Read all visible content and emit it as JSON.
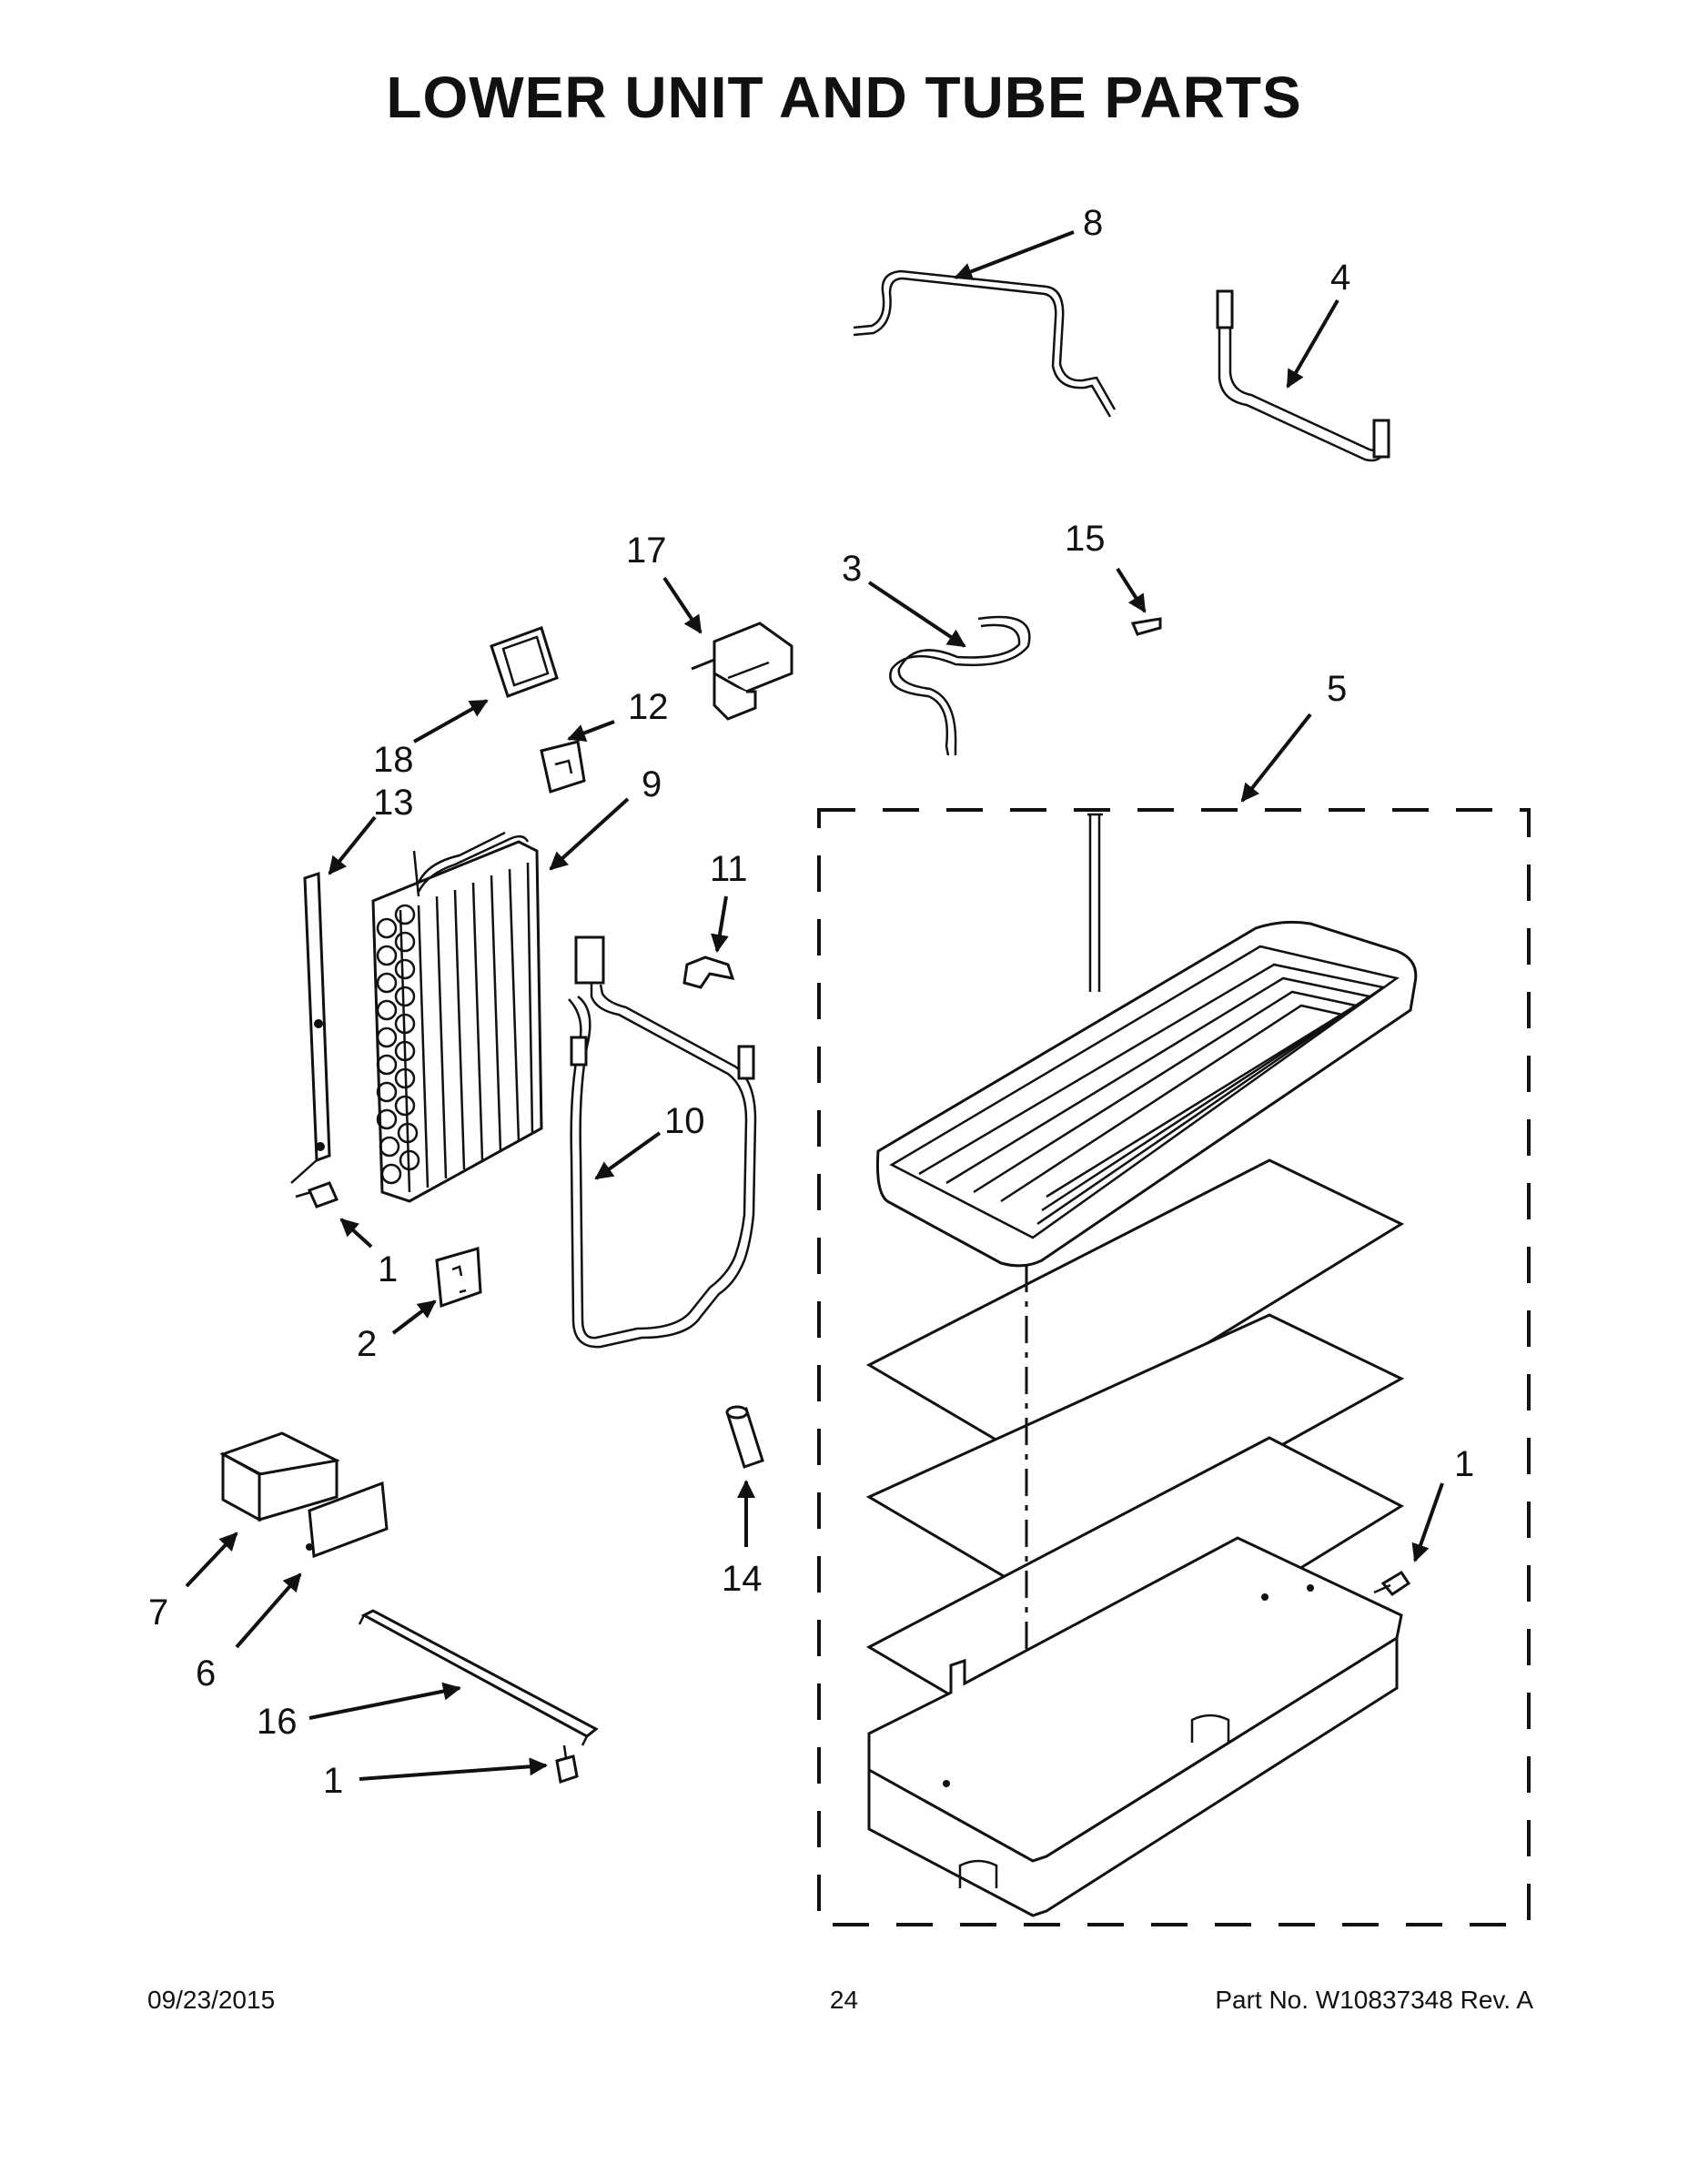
{
  "title": "LOWER UNIT AND TUBE PARTS",
  "callouts": {
    "c8": "8",
    "c4": "4",
    "c17": "17",
    "c3": "3",
    "c15": "15",
    "c5": "5",
    "c18": "18",
    "c12": "12",
    "c13": "13",
    "c9": "9",
    "c11": "11",
    "c10": "10",
    "c1a": "1",
    "c2": "2",
    "c14": "14",
    "c1b": "1",
    "c7": "7",
    "c6": "6",
    "c16": "16",
    "c1c": "1"
  },
  "footer": {
    "date": "09/23/2015",
    "page": "24",
    "part_no": "Part No.  W10837348  Rev.  A"
  }
}
